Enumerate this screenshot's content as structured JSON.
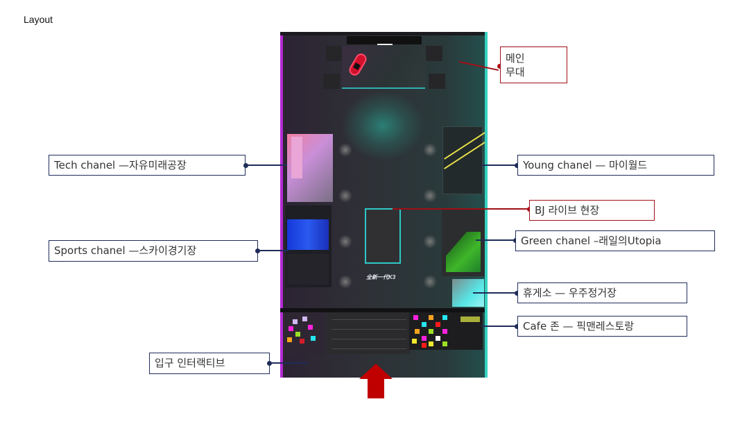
{
  "page": {
    "title": "Layout"
  },
  "floorplan": {
    "entrance_arrow_color": "#c00000",
    "brand_mark": "全新一代K3",
    "accent_colors": {
      "left_wall": "#b42ad4",
      "right_wall": "#36d1c1",
      "bj_frame": "#2fc9c6",
      "callout_blue": "#1f2c5a",
      "callout_red": "#a10f16"
    }
  },
  "callouts": {
    "main_stage": {
      "line1": "메인",
      "line2": "무대"
    },
    "tech": {
      "label": "Tech chanel —자유미래공장"
    },
    "young": {
      "label": "Young chanel — 마이월드"
    },
    "bj": {
      "label": "BJ 라이브 현장"
    },
    "sports": {
      "label": "Sports chanel —스카이경기장"
    },
    "green": {
      "label": "Green chanel –래일의Utopia"
    },
    "lounge": {
      "label": "휴게소 — 우주정거장"
    },
    "cafe": {
      "label": "Cafe 존 — 픽맨레스토랑"
    },
    "entrance": {
      "label": "입구 인터랙티브"
    }
  }
}
